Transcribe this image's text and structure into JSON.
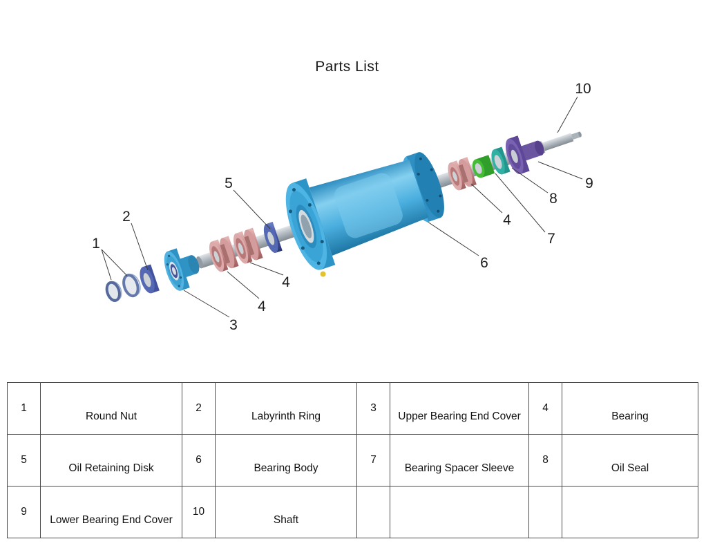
{
  "title": "Parts List",
  "callouts": [
    "1",
    "2",
    "5",
    "3",
    "4",
    "4",
    "6",
    "4",
    "7",
    "8",
    "9",
    "10"
  ],
  "diagram": {
    "colors": {
      "bearing_body_blue": "#3ea7dc",
      "bearing_pink": "#c98888",
      "ring_navy": "#42529e",
      "sleeve_green": "#2f9e2a",
      "seal_teal": "#23958c",
      "cover_purple": "#5d4796",
      "shaft_gray": "#b3bac1",
      "grease_yellow": "#e2c22e"
    }
  },
  "table": {
    "rows": [
      [
        {
          "num": "1",
          "name": "Round Nut"
        },
        {
          "num": "2",
          "name": "Labyrinth Ring"
        },
        {
          "num": "3",
          "name": "Upper Bearing End Cover"
        },
        {
          "num": "4",
          "name": "Bearing"
        }
      ],
      [
        {
          "num": "5",
          "name": "Oil Retaining Disk"
        },
        {
          "num": "6",
          "name": "Bearing Body"
        },
        {
          "num": "7",
          "name": "Bearing Spacer Sleeve"
        },
        {
          "num": "8",
          "name": "Oil Seal"
        }
      ],
      [
        {
          "num": "9",
          "name": "Lower Bearing End Cover"
        },
        {
          "num": "10",
          "name": "Shaft"
        },
        {
          "num": "",
          "name": ""
        },
        {
          "num": "",
          "name": ""
        }
      ]
    ]
  }
}
